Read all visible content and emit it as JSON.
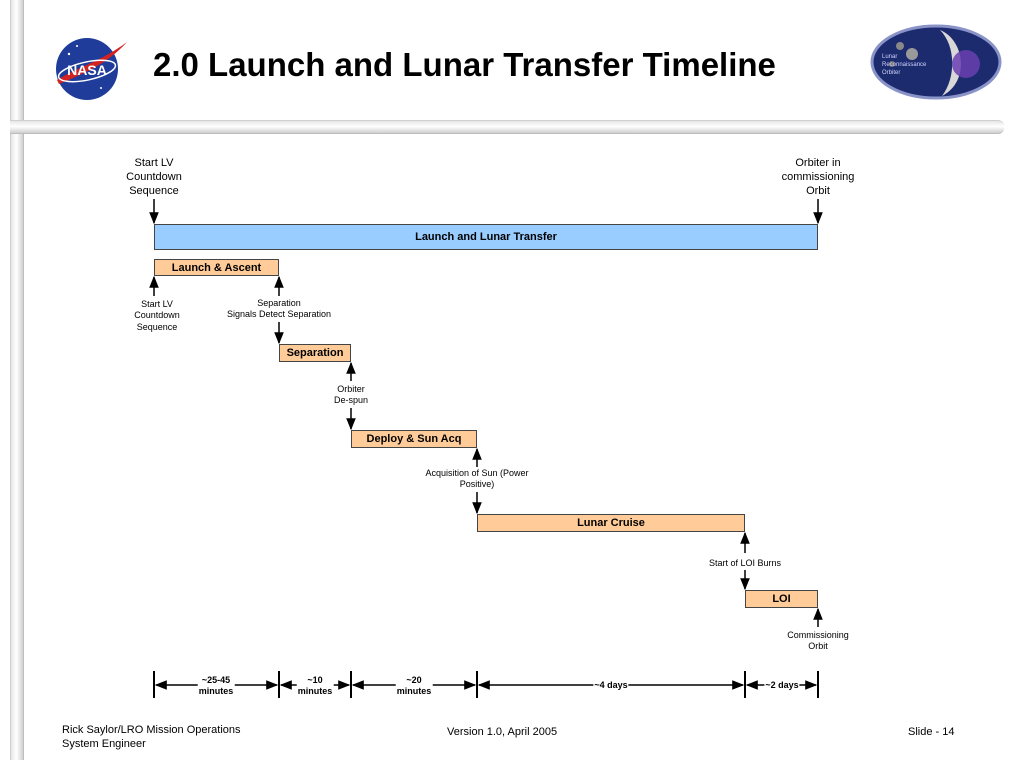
{
  "slide": {
    "title": "2.0 Launch and Lunar Transfer Timeline",
    "footer_left_line1": "Rick Saylor/LRO Mission Operations",
    "footer_left_line2": "System Engineer",
    "footer_center": "Version 1.0, April 2005",
    "footer_right": "Slide - 14"
  },
  "logos": {
    "nasa_text": "NASA",
    "lro_line1": "Lunar",
    "lro_line2": "Reconnaissance",
    "lro_line3": "Orbiter"
  },
  "top_labels": {
    "start": [
      "Start LV",
      "Countdown",
      "Sequence"
    ],
    "end": [
      "Orbiter in",
      "commissioning",
      "Orbit"
    ]
  },
  "phases": {
    "overall": "Launch and Lunar Transfer",
    "launch": "Launch & Ascent",
    "separation": "Separation",
    "deploy": "Deploy & Sun Acq",
    "cruise": "Lunar Cruise",
    "loi": "LOI"
  },
  "events": {
    "start_lv": [
      "Start LV",
      "Countdown",
      "Sequence"
    ],
    "separation": [
      "Separation",
      "Signals Detect Separation"
    ],
    "orbiter_despun": [
      "Orbiter",
      "De-spun"
    ],
    "sun_acq": [
      "Acquisition of Sun (Power",
      "Positive)"
    ],
    "loi_burns": [
      "Start of LOI Burns"
    ],
    "commissioning": [
      "Commissioning",
      "Orbit"
    ]
  },
  "durations": [
    {
      "line1": "~25-45",
      "line2": "minutes"
    },
    {
      "line1": "~10",
      "line2": "minutes"
    },
    {
      "line1": "~20",
      "line2": "minutes"
    },
    {
      "line1": "~4 days",
      "line2": ""
    },
    {
      "line1": "~2 days",
      "line2": ""
    }
  ],
  "colors": {
    "overall_bar": "#99ccff",
    "phase_bar": "#ffcc99"
  }
}
